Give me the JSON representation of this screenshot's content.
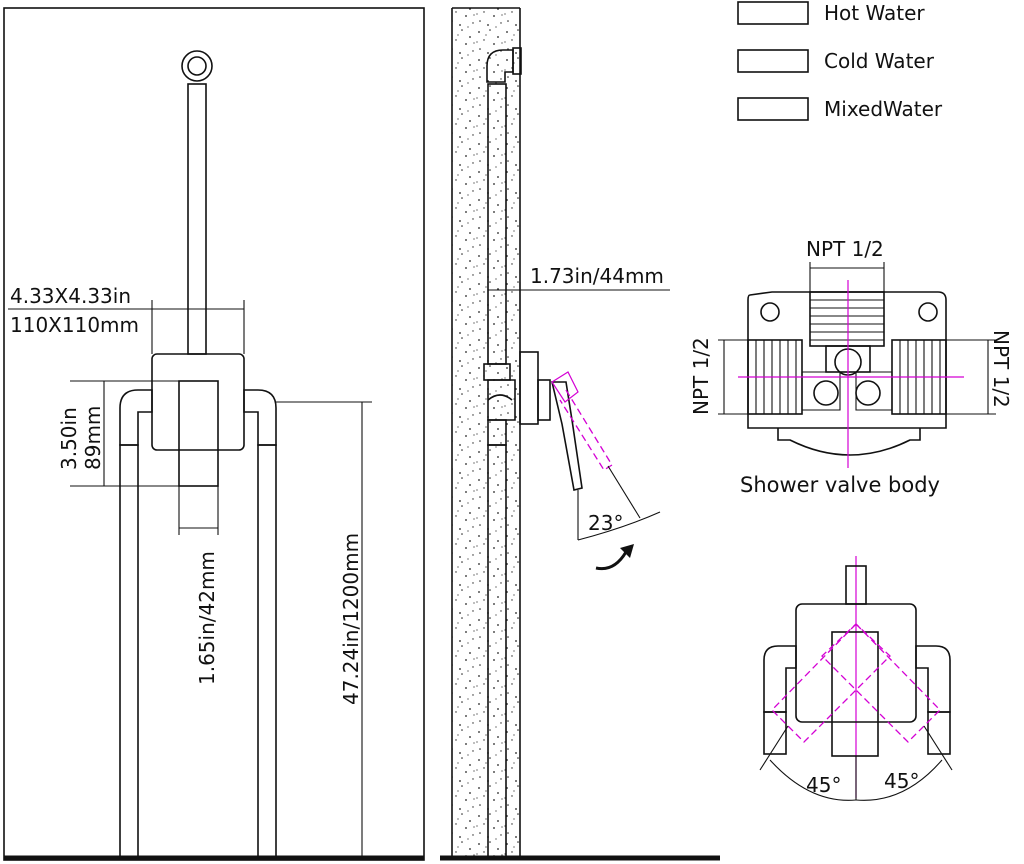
{
  "legend": {
    "hot_label": "Hot  Water",
    "cold_label": "Cold  Water",
    "mixed_label": "MixedWater",
    "hot_color": "#ff0000",
    "cold_color": "#0000ff",
    "mixed_color": "#ff00ff"
  },
  "front_view": {
    "plate_size_in": "4.33X4.33in",
    "plate_size_mm": "110X110mm",
    "body_height_in": "3.50in",
    "body_height_mm": "89mm",
    "handle_width": "1.65in/42mm",
    "install_height": "47.24in/1200mm"
  },
  "side_view": {
    "wall_depth": "1.73in/44mm",
    "handle_angle": "23°",
    "rotate_arrow_icon": "curved-arrow-icon"
  },
  "valve_body": {
    "top_thread": "NPT 1/2",
    "left_thread": "NPT 1/2",
    "right_thread": "NPT 1/2",
    "caption": "Shower valve body"
  },
  "rotation_view": {
    "left_angle": "45°",
    "right_angle": "45°"
  }
}
